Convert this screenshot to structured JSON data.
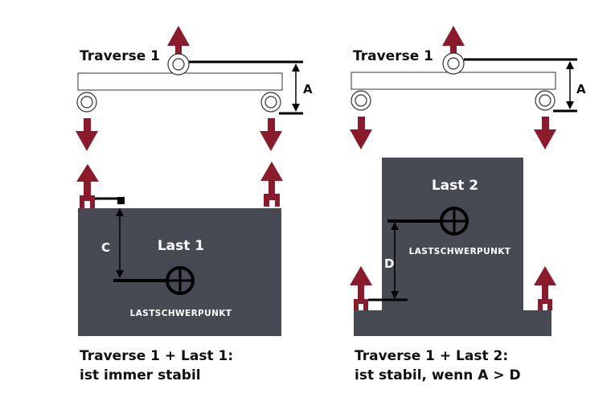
{
  "colors": {
    "force_arrow": "#8b1a2b",
    "load_fill": "#474a53",
    "line": "#000000"
  },
  "left_panel": {
    "traverse_label": "Traverse 1",
    "dimension_A": "A",
    "dimension_C": "C",
    "load_label": "Last 1",
    "cg_label": "LASTSCHWERPUNKT",
    "caption_line1": "Traverse 1 + Last 1:",
    "caption_line2": "ist immer stabil"
  },
  "right_panel": {
    "traverse_label": "Traverse 1",
    "dimension_A": "A",
    "dimension_D": "D",
    "load_label": "Last 2",
    "cg_label": "LASTSCHWERPUNKT",
    "caption_line1": "Traverse 1 + Last 2:",
    "caption_line2": "ist stabil, wenn A > D"
  }
}
